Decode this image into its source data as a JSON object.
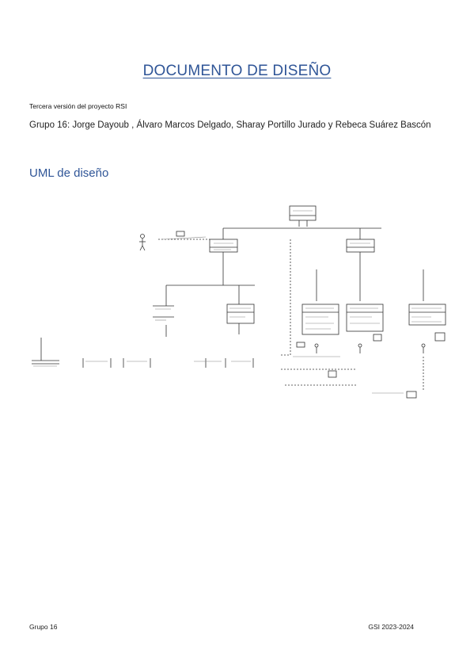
{
  "document": {
    "title": "DOCUMENTO DE DISEÑO",
    "subtitle": "Tercera versión del proyecto RSI",
    "group_line": "Grupo 16: Jorge Dayoub , Álvaro Marcos Delgado, Sharay Portillo Jurado y Rebeca Suárez Bascón",
    "section_heading": "UML de diseño"
  },
  "footer": {
    "left": "Grupo 16",
    "right": "GSI 2023-2024"
  },
  "colors": {
    "heading": "#2f5597",
    "diagram_line": "#333333"
  }
}
